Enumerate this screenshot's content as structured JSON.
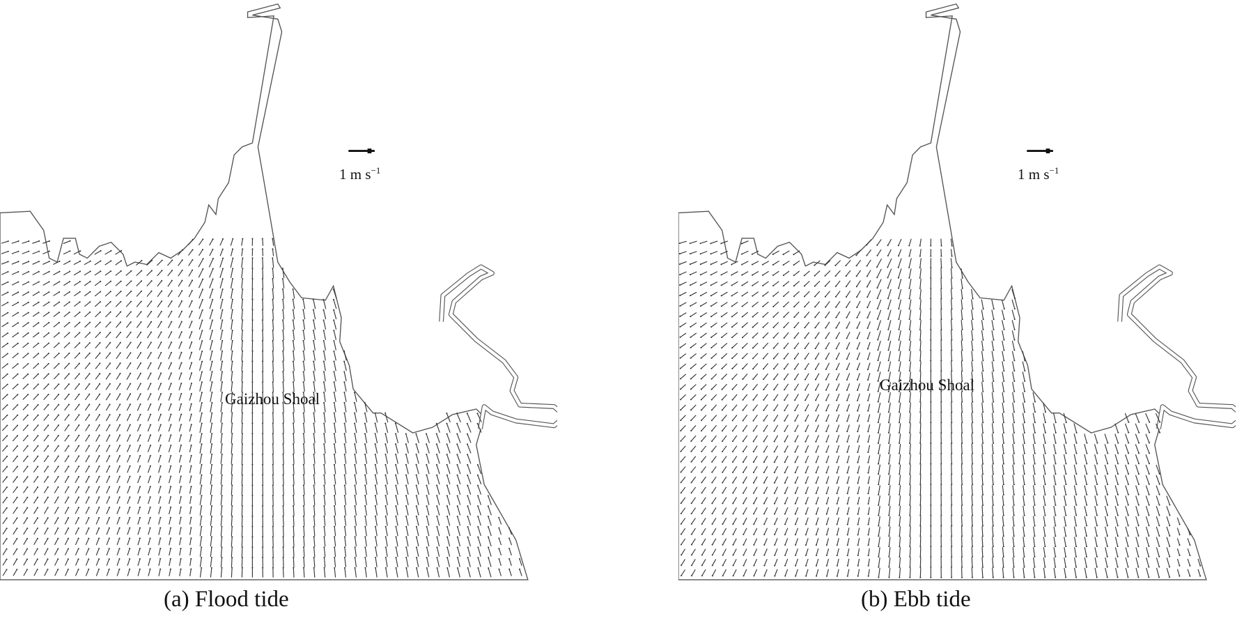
{
  "panels": [
    {
      "id": "a",
      "caption": "(a) Flood tide",
      "tide": "flood"
    },
    {
      "id": "b",
      "caption": "(b) Ebb tide",
      "tide": "ebb"
    }
  ],
  "scale": {
    "value": "1 m s",
    "exponent": "−1"
  },
  "label": "Gaizhou Shoal",
  "colors": {
    "coast": "#555555",
    "vector": "#333333",
    "background": "#ffffff"
  }
}
